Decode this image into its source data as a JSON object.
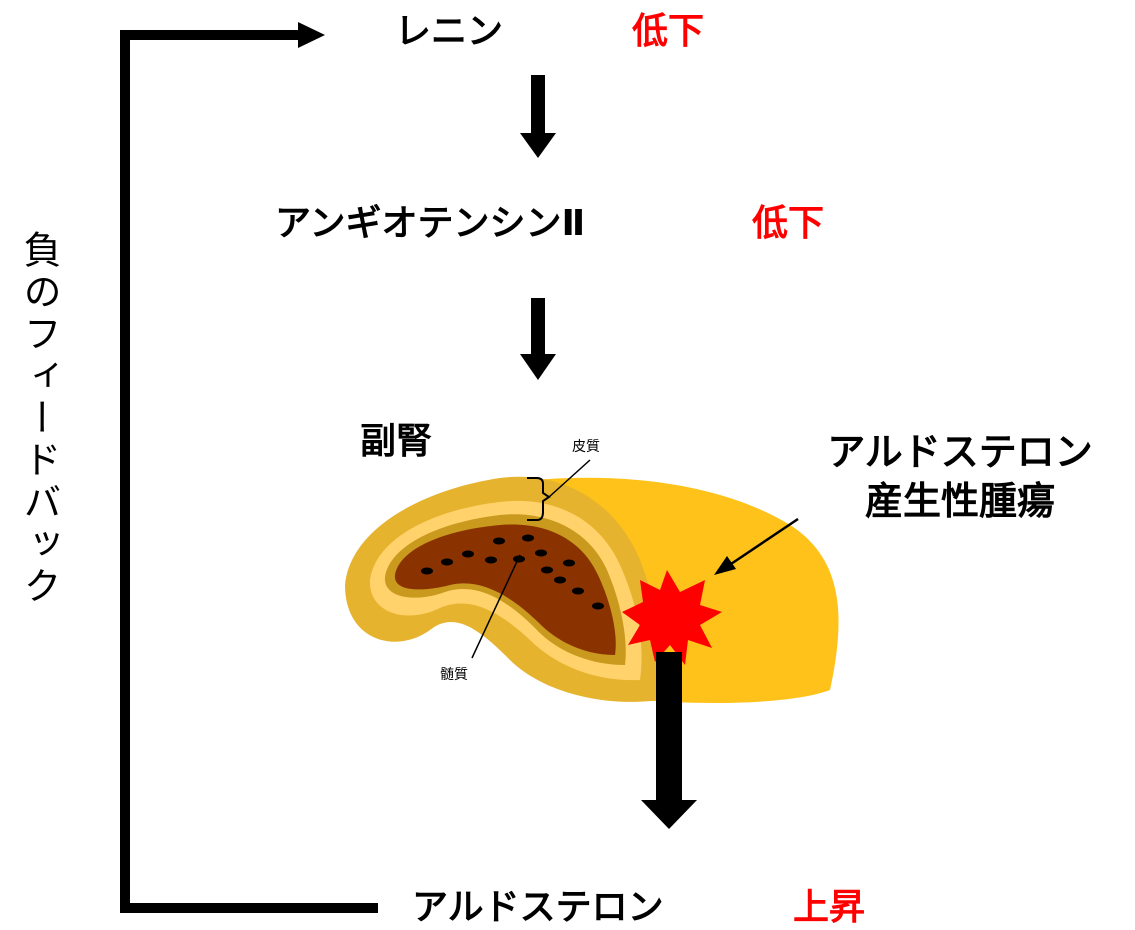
{
  "renin": {
    "label": "レニン",
    "status": "低下"
  },
  "angiotensin": {
    "label": "アンギオテンシンⅡ",
    "status": "低下"
  },
  "adrenal": {
    "label": "副腎",
    "cortex": "皮質",
    "medulla": "髄質"
  },
  "tumor": {
    "line1": "アルドステロン",
    "line2": "産生性腫瘍"
  },
  "aldosterone": {
    "label": "アルドステロン",
    "status": "上昇"
  },
  "feedback": {
    "label": "負のフィードバック"
  },
  "colors": {
    "red": "#ff0000",
    "adrenal_outer": "#e6b32e",
    "adrenal_inner_band": "#ffd26b",
    "medulla": "#8b3300",
    "tumor_mass": "#ffc21a",
    "burst": "#ff0000"
  }
}
